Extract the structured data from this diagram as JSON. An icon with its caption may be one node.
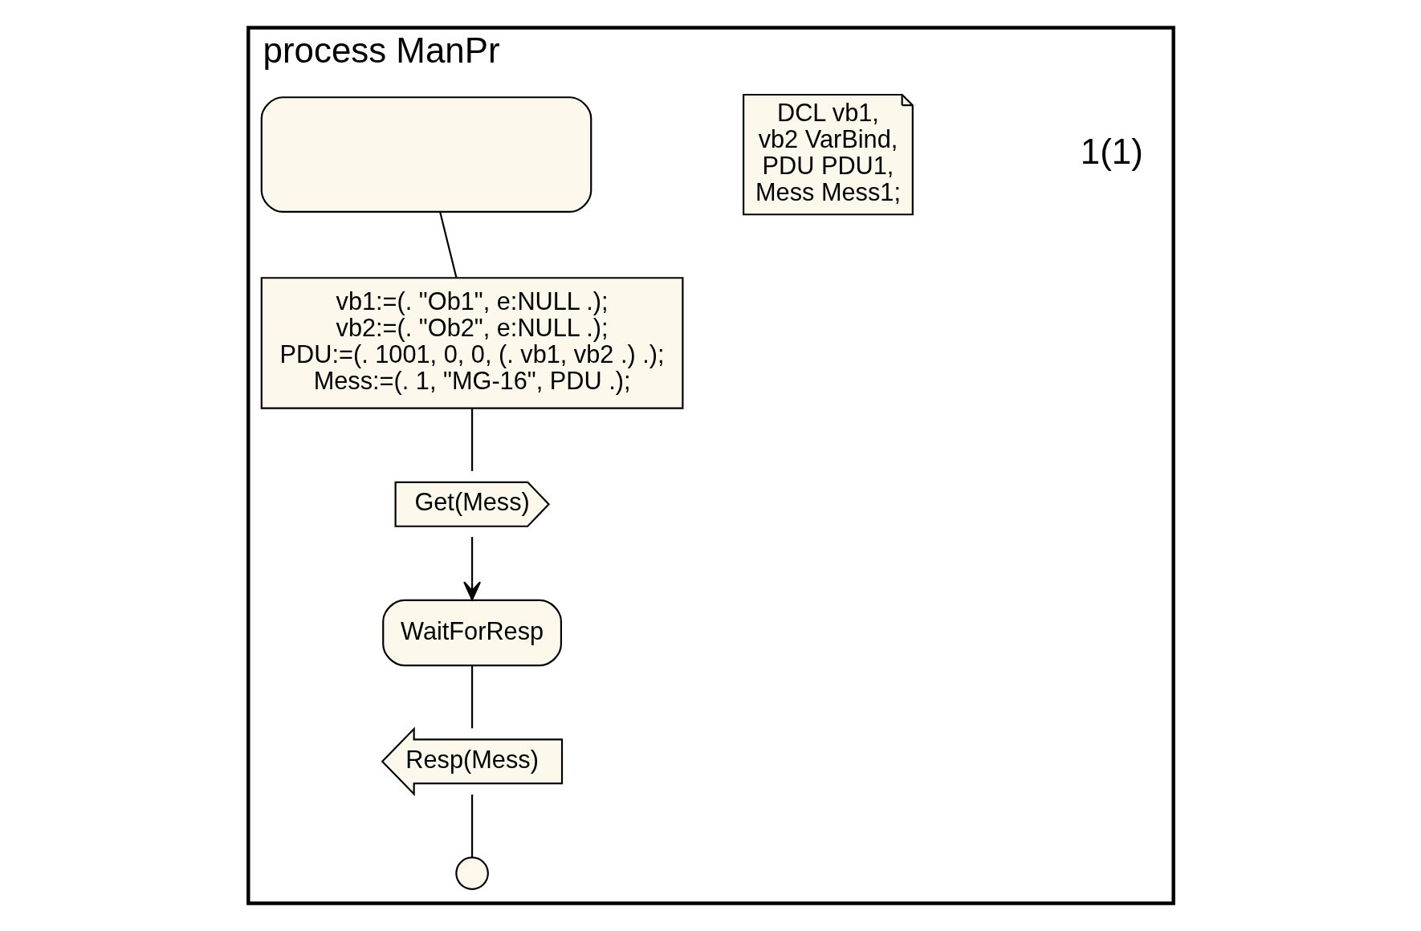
{
  "diagram": {
    "nodes": [
      {
        "text": [
          "process ManPr"
        ]
      },
      {
        "text": [],
        "shape": "oval",
        "in": 0
      },
      {
        "text": [
          "vb1:=(. \"Ob1\", e:NULL .); vb2:=(. \"Ob2\", e:NULL .); PDU:=(. 1001, 0, 0, (. vb1, vb2 .) .); Mess:=(. 1, \"MG-16\", PDU .);"
        ],
        "in": 0
      },
      {
        "text": [
          "Get(Mess)"
        ],
        "in": 0
      },
      {
        "text": [
          "WaitForResp"
        ],
        "in": 0
      },
      {
        "text": [
          "Resp(Mess)"
        ],
        "in": 0
      },
      {
        "text": [],
        "shape": "cross",
        "in": 0
      },
      {
        "text": [
          "DCL vb1, vb2 VarBind, PDU PDU1, Mess Mess1;"
        ],
        "in": 0
      }
    ],
    "edges": [
      {
        "from": 1,
        "to": 2,
        "arrow": "none"
      },
      {
        "from": 2,
        "to": 3,
        "arrow": "none"
      },
      {
        "from": 3,
        "to": 4,
        "arrow": "to"
      },
      {
        "from": 4,
        "to": 5,
        "arrow": "none"
      },
      {
        "from": 5,
        "to": 6,
        "arrow": "none"
      }
    ],
    "labels": [
      "1(1)"
    ]
  }
}
